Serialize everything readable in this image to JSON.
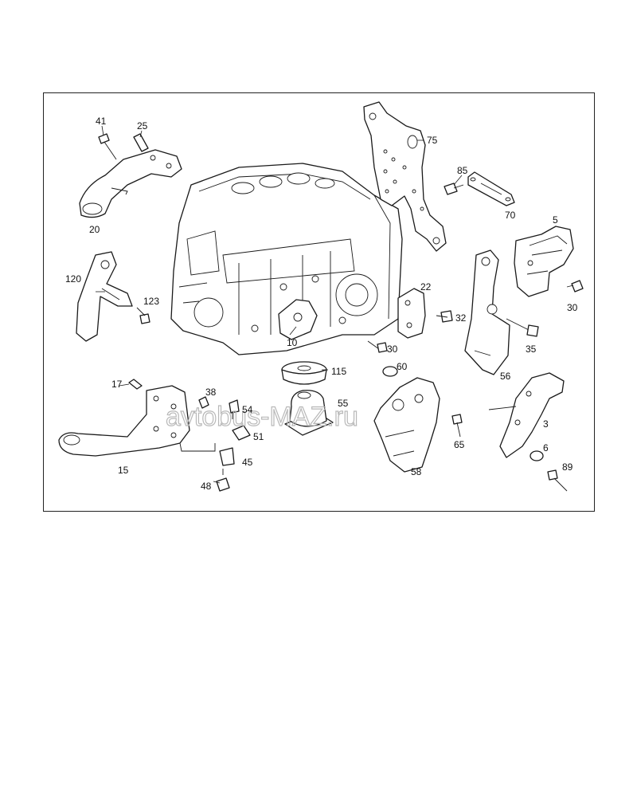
{
  "callouts": {
    "c41": "41",
    "c25": "25",
    "c20": "20",
    "c75": "75",
    "c85": "85",
    "c70": "70",
    "c5": "5",
    "c120": "120",
    "c123": "123",
    "c22": "22",
    "c32": "32",
    "c30a": "30",
    "c30b": "30",
    "c35": "35",
    "c10": "10",
    "c115": "115",
    "c60": "60",
    "c56": "56",
    "c17": "17",
    "c38": "38",
    "c54": "54",
    "c51": "51",
    "c15": "15",
    "c45": "45",
    "c48": "48",
    "c55": "55",
    "c65": "65",
    "c58": "58",
    "c3": "3",
    "c6": "6",
    "c89": "89"
  },
  "watermark": "avtobus-MAZ.ru",
  "icons": [
    "engine-block-icon",
    "mounting-bracket-icon",
    "bolt-icon",
    "rubber-mount-icon"
  ]
}
